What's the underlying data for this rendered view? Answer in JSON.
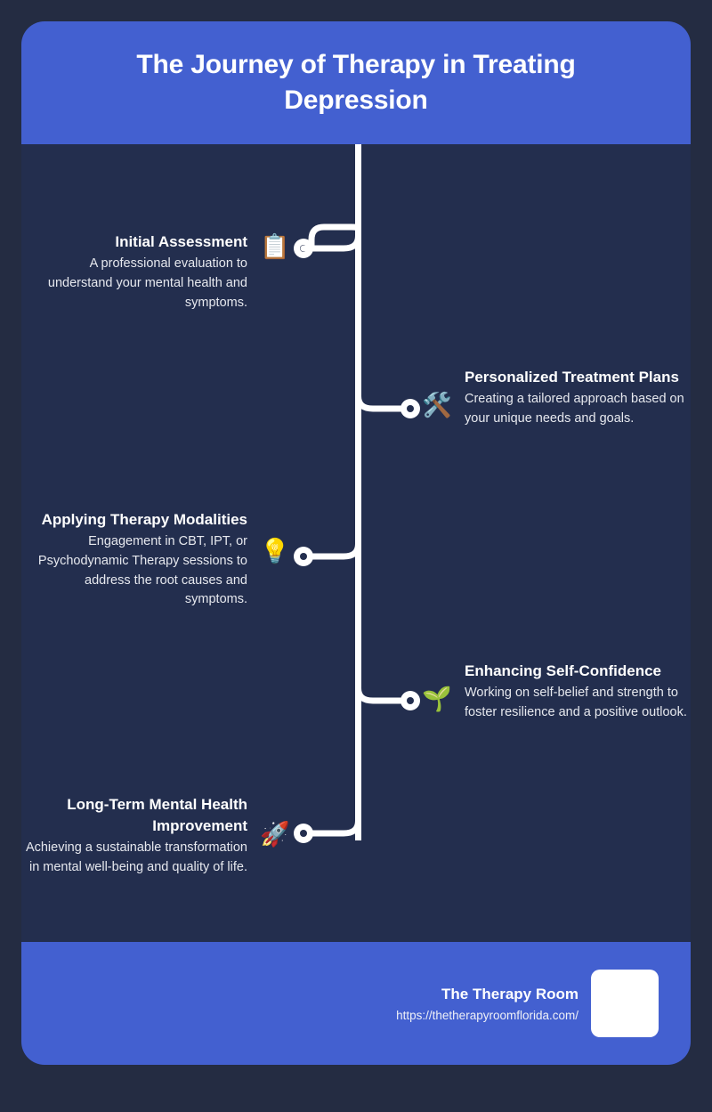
{
  "header": {
    "title": "The Journey of Therapy in Treating Depression"
  },
  "theme": {
    "accent": "#4360d0",
    "card_background": "#232e4e",
    "page_background": "#242c42",
    "connector": "#ffffff",
    "title_text": "#ffffff",
    "body_text": "#e6e8ee"
  },
  "steps": [
    {
      "side": "left",
      "icon": "📋",
      "icon_name": "clipboard-icon",
      "title": "Initial Assessment",
      "description": "A professional evaluation to understand your mental health and symptoms."
    },
    {
      "side": "right",
      "icon": "🛠️",
      "icon_name": "hammer-and-wrench-icon",
      "title": "Personalized Treatment Plans",
      "description": "Creating a tailored approach based on your unique needs and goals."
    },
    {
      "side": "left",
      "icon": "💡",
      "icon_name": "light-bulb-icon",
      "title": "Applying Therapy Modalities",
      "description": "Engagement in CBT, IPT, or Psychodynamic Therapy sessions to address the root causes and symptoms."
    },
    {
      "side": "right",
      "icon": "🌱",
      "icon_name": "seedling-icon",
      "title": "Enhancing Self-Confidence",
      "description": "Working on self-belief and strength to foster resilience and a positive outlook."
    },
    {
      "side": "left",
      "icon": "🚀",
      "icon_name": "rocket-icon",
      "title": "Long-Term Mental Health Improvement",
      "description": "Achieving a sustainable transformation in mental well-being and quality of life."
    }
  ],
  "footer": {
    "brand": "The Therapy Room",
    "url": "https://thetherapyroomflorida.com/"
  }
}
